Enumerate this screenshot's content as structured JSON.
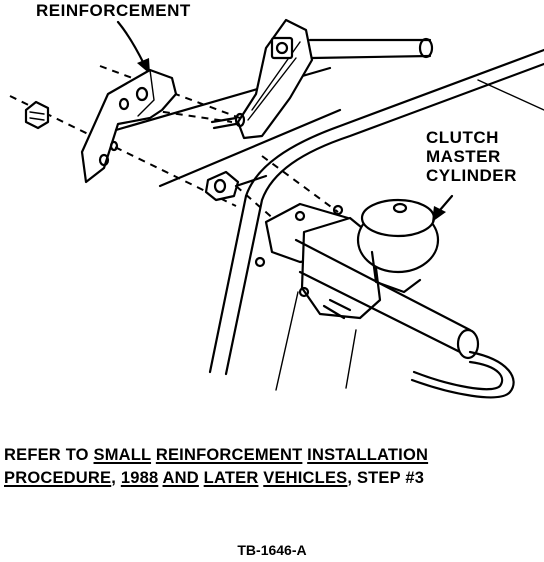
{
  "labels": {
    "reinforcement": "REINFORCEMENT",
    "clutch_master_cylinder": [
      "CLUTCH",
      "MASTER",
      "CYLINDER"
    ]
  },
  "caption": {
    "line1": [
      {
        "text": "REFER TO ",
        "underline": false
      },
      {
        "text": "SMALL",
        "underline": true
      },
      {
        "text": " ",
        "underline": false
      },
      {
        "text": "REINFORCEMENT",
        "underline": true
      },
      {
        "text": " ",
        "underline": false
      },
      {
        "text": "INSTALLATION",
        "underline": true
      }
    ],
    "line2": [
      {
        "text": "PROCEDURE",
        "underline": true
      },
      {
        "text": ", ",
        "underline": false
      },
      {
        "text": "1988",
        "underline": true
      },
      {
        "text": " ",
        "underline": false
      },
      {
        "text": "AND",
        "underline": true
      },
      {
        "text": " ",
        "underline": false
      },
      {
        "text": "LATER",
        "underline": true
      },
      {
        "text": " ",
        "underline": false
      },
      {
        "text": "VEHICLES",
        "underline": true
      },
      {
        "text": ", STEP #3",
        "underline": false
      }
    ]
  },
  "figure_id": "TB-1646-A"
}
